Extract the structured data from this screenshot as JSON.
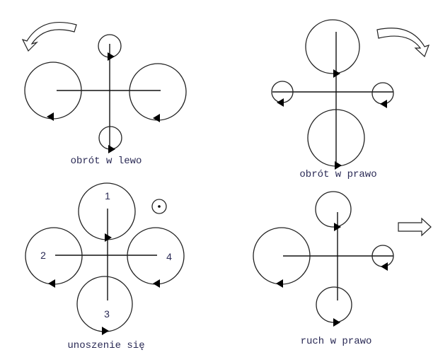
{
  "panels": {
    "rotate_left": {
      "caption": "obrót w lewo"
    },
    "rotate_right": {
      "caption": "obrót w prawo"
    },
    "hover": {
      "caption": "unoszenie się",
      "rotor_numbers": [
        "1",
        "2",
        "3",
        "4"
      ]
    },
    "move_right": {
      "caption": "ruch w prawo"
    }
  },
  "colors": {
    "text": "#2a2a55",
    "lines": "#111111"
  }
}
